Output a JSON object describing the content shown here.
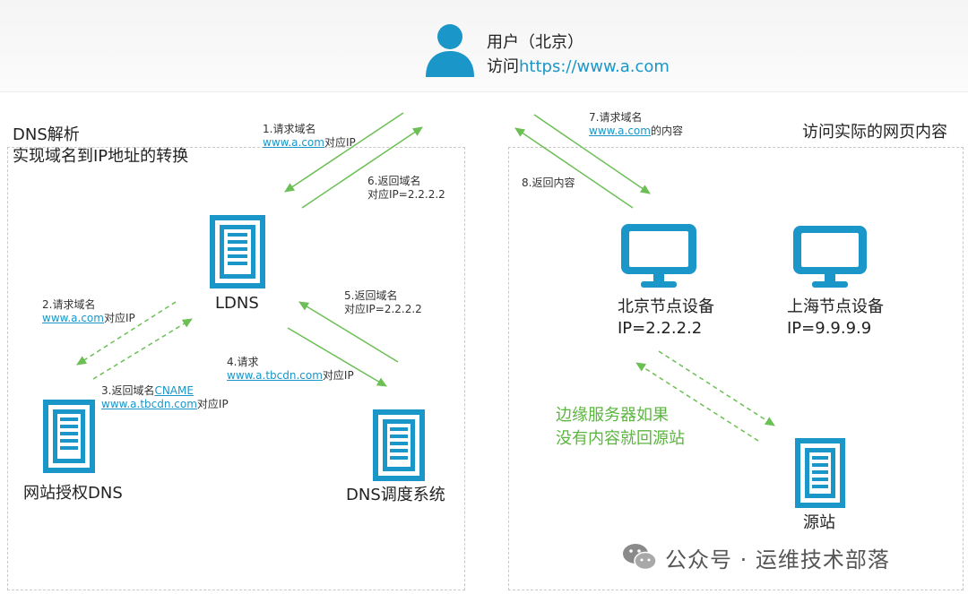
{
  "user": {
    "line1": "用户（北京）",
    "line2_prefix": "访问",
    "line2_url": "https://www.a.com"
  },
  "left_panel": {
    "title_line1": "DNS解析",
    "title_line2": "实现域名到IP地址的转换"
  },
  "right_panel": {
    "title": "访问实际的网页内容"
  },
  "steps": {
    "s1": {
      "line1": "1.请求域名",
      "link": "www.a.com",
      "suffix": "对应IP"
    },
    "s2": {
      "line1": "2.请求域名",
      "link": "www.a.com",
      "suffix": "对应IP"
    },
    "s3": {
      "line1_prefix": "3.返回域名",
      "line1_link": "CNAME",
      "link": "www.a.tbcdn.com",
      "suffix": "对应IP"
    },
    "s4": {
      "line1": "4.请求",
      "link": "www.a.tbcdn.com",
      "suffix": "对应IP"
    },
    "s5": {
      "line1": "5.返回域名",
      "line2": "对应IP=2.2.2.2"
    },
    "s6": {
      "line1": "6.返回域名",
      "line2": "对应IP=2.2.2.2"
    },
    "s7": {
      "line1": "7.请求域名",
      "link": "www.a.com",
      "suffix": "的内容"
    },
    "s8": {
      "line1": "8.返回内容"
    }
  },
  "nodes": {
    "ldns": "LDNS",
    "auth_dns": "网站授权DNS",
    "dns_sched": "DNS调度系统",
    "beijing": {
      "name": "北京节点设备",
      "ip": "IP=2.2.2.2"
    },
    "shanghai": {
      "name": "上海节点设备",
      "ip": "IP=9.9.9.9"
    },
    "origin": "源站"
  },
  "edge_note": {
    "line1": "边缘服务器如果",
    "line2": "没有内容就回源站"
  },
  "watermark": "公众号 · 运维技术部落",
  "colors": {
    "accent_blue": "#1a96c8",
    "arrow_green": "#6cbf55",
    "note_green": "#5cb541"
  },
  "icons": {
    "user": "user-icon",
    "server": "server-icon",
    "monitor": "monitor-icon",
    "wechat": "wechat-icon"
  }
}
